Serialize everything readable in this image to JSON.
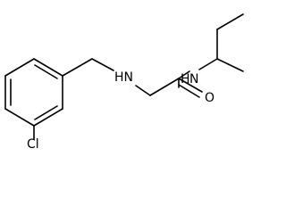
{
  "molecule": {
    "atoms": {
      "amine_n": "HN",
      "amide_n": "N",
      "amide_h": "H",
      "oxygen": "O",
      "chlorine": "Cl"
    }
  }
}
